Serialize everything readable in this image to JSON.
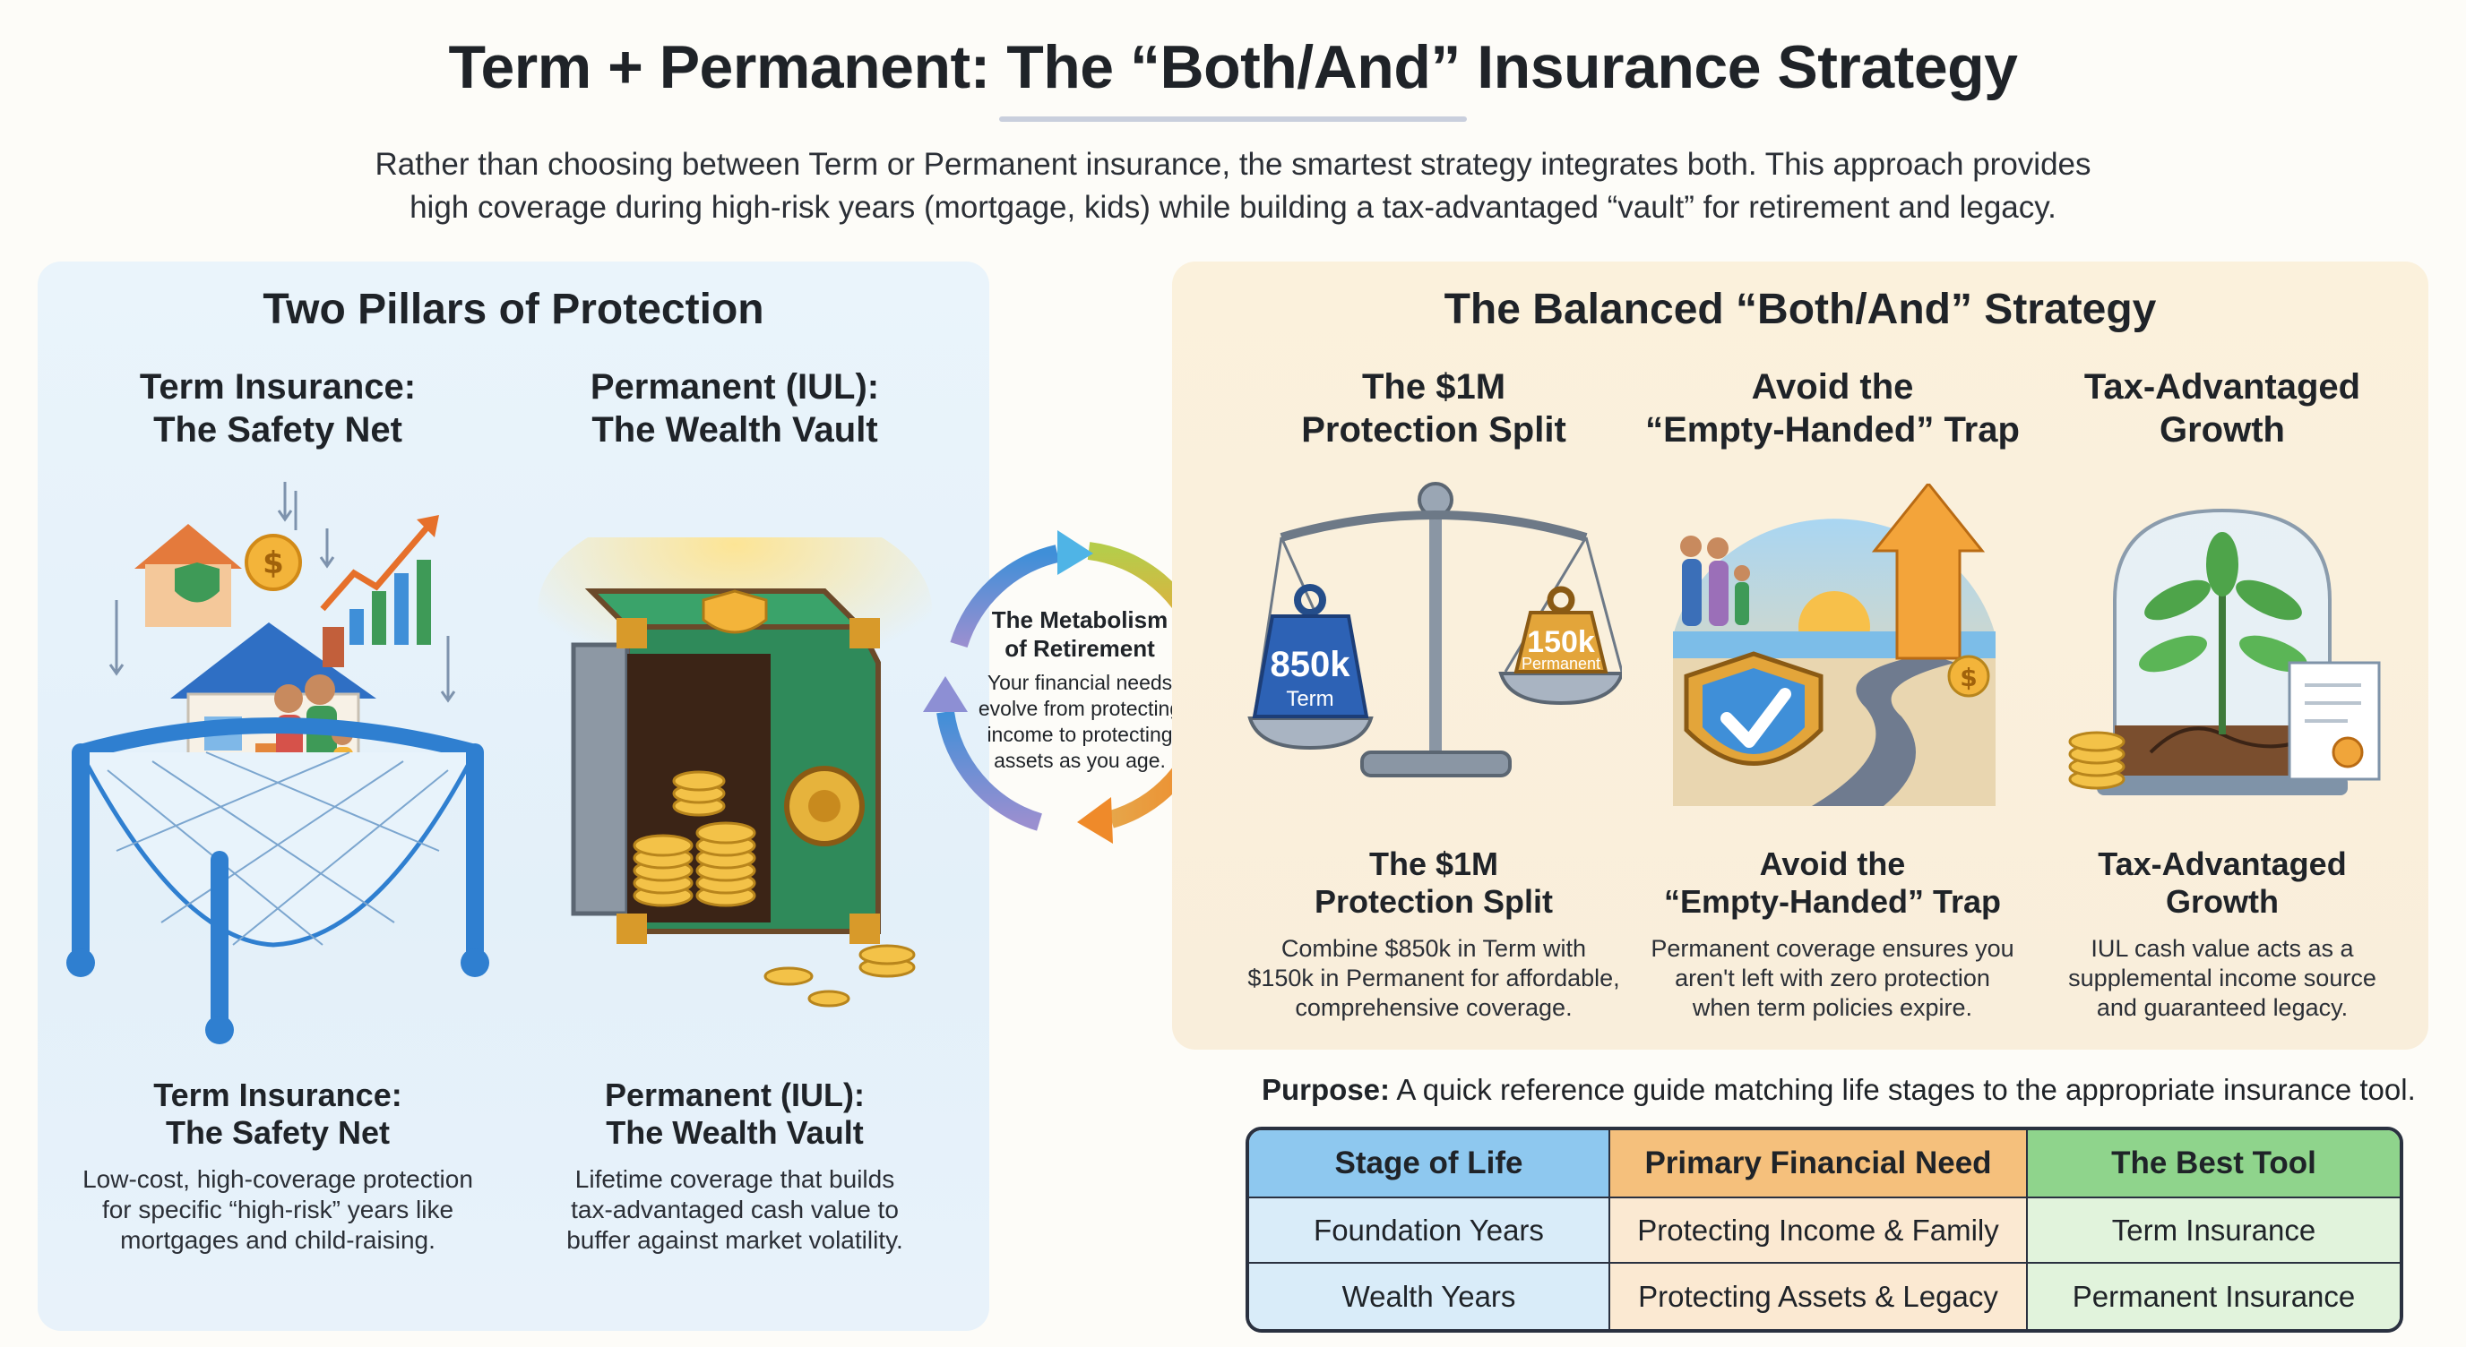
{
  "title": "Term + Permanent: The “Both/And” Insurance Strategy",
  "intro": {
    "line1": "Rather than choosing between Term or Permanent insurance, the smartest strategy integrates both. This approach provides",
    "line2": "high coverage during high-risk years (mortgage, kids) while building a tax-advantaged “vault” for retirement and legacy."
  },
  "left": {
    "heading": "Two Pillars of Protection",
    "term": {
      "title_l1": "Term Insurance:",
      "title_l2": "The Safety Net",
      "desc_l1": "Low-cost, high-coverage protection",
      "desc_l2": "for specific “high-risk” years like",
      "desc_l3": "mortgages and child-raising."
    },
    "permanent": {
      "title_l1": "Permanent (IUL):",
      "title_l2": "The Wealth Vault",
      "desc_l1": "Lifetime coverage that builds",
      "desc_l2": "tax-advantaged cash value to",
      "desc_l3": "buffer against market volatility."
    }
  },
  "cycle": {
    "title_l1": "The Metabolism",
    "title_l2": "of Retirement",
    "body_l1": "Your financial needs",
    "body_l2": "evolve from protecting",
    "body_l3": "income to protecting",
    "body_l4": "assets as you age."
  },
  "right": {
    "heading": "The Balanced “Both/And” Strategy",
    "split": {
      "title_l1": "The $1M",
      "title_l2": "Protection Split",
      "term_amount": "850k",
      "term_label": "Term",
      "perm_amount": "150k",
      "perm_label": "Permanent",
      "desc_l1": "Combine $850k in Term with",
      "desc_l2": "$150k in Permanent for affordable,",
      "desc_l3": "comprehensive coverage."
    },
    "trap": {
      "title_l1": "Avoid the",
      "title_l2": "“Empty-Handed” Trap",
      "desc_l1": "Permanent coverage ensures you",
      "desc_l2": "aren't left with zero protection",
      "desc_l3": "when term policies expire."
    },
    "growth": {
      "title_l1": "Tax-Advantaged",
      "title_l2": "Growth",
      "desc_l1": "IUL cash value acts as a",
      "desc_l2": "supplemental income source",
      "desc_l3": "and guaranteed legacy."
    }
  },
  "purpose": {
    "label": "Purpose:",
    "text": " A quick reference guide matching life stages to the appropriate insurance tool."
  },
  "table": {
    "headers": [
      "Stage of Life",
      "Primary Financial Need",
      "The Best Tool"
    ],
    "rows": [
      [
        "Foundation Years",
        "Protecting Income & Family",
        "Term Insurance"
      ],
      [
        "Wealth Years",
        "Protecting Assets & Legacy",
        "Permanent Insurance"
      ]
    ]
  },
  "colors": {
    "left_panel": "#e6f2fa",
    "right_panel": "#faefda",
    "blue_accent": "#3f8fd8",
    "orange_accent": "#f0a53a",
    "green_accent": "#3e9a57",
    "table_stage": "#8ec8ef",
    "table_need": "#f5c07c",
    "table_tool": "#8fd48c"
  },
  "icons": [
    "house-icon",
    "dollar-coin-icon",
    "growth-chart-icon",
    "safety-net-icon",
    "family-icon",
    "vault-icon",
    "shield-icon",
    "gold-coins-icon",
    "cycle-arrows-icon",
    "balance-scale-icon",
    "road-icon",
    "sunset-icon",
    "up-arrow-icon",
    "shield-check-icon",
    "plant-dome-icon",
    "document-seal-icon"
  ]
}
